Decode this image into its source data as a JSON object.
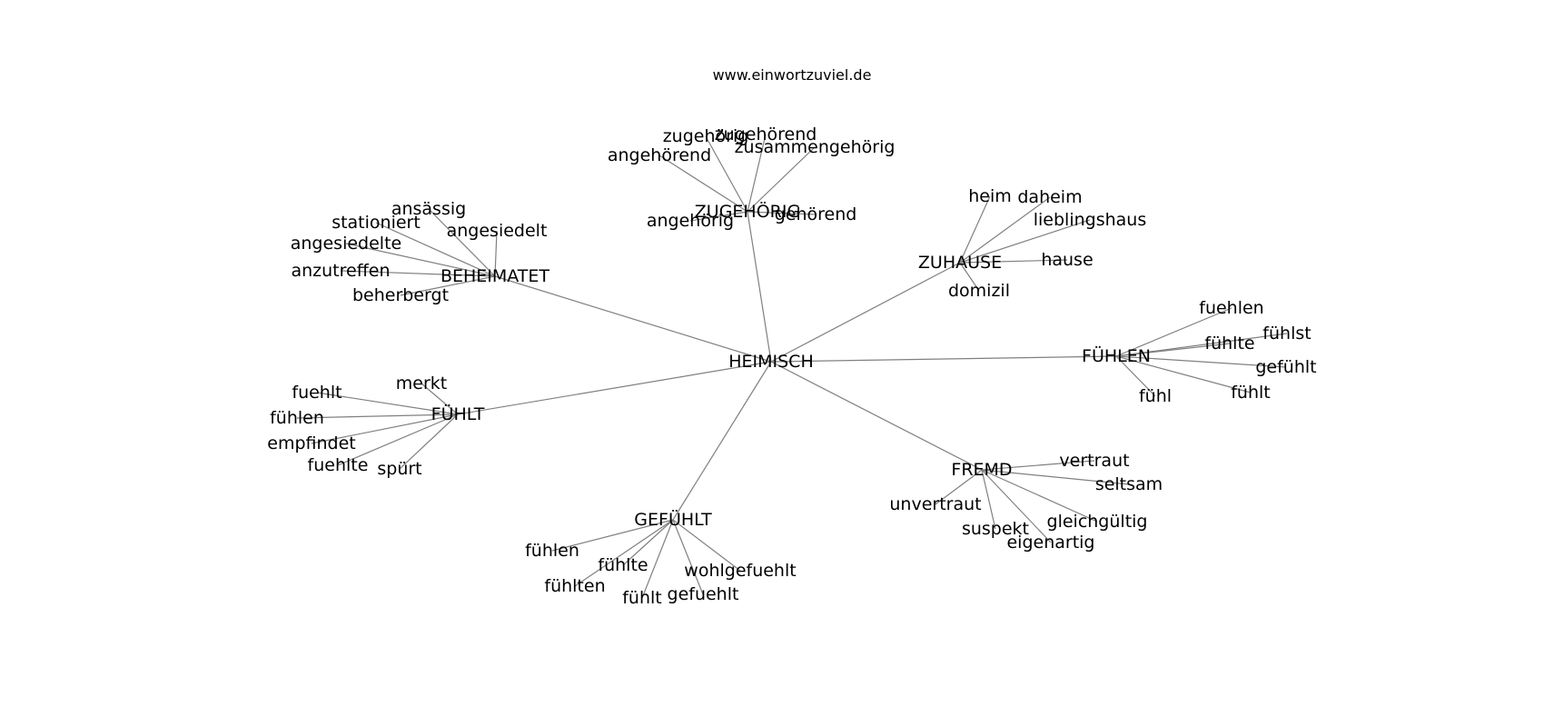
{
  "title": "www.einwortzuviel.de",
  "edge_color": "#808080",
  "text_color": "#000000",
  "root": "HEIMISCH",
  "clusters": [
    {
      "label": "ZUGEHÖRIG",
      "words": [
        "zugehörig",
        "zugehörend",
        "zusammengehörig",
        "angehörend",
        "angehörig",
        "gehörend"
      ]
    },
    {
      "label": "BEHEIMATET",
      "words": [
        "ansässig",
        "stationiert",
        "angesiedelt",
        "angesiedelte",
        "anzutreffen",
        "beherbergt"
      ]
    },
    {
      "label": "ZUHAUSE",
      "words": [
        "heim",
        "daheim",
        "lieblingshaus",
        "hause",
        "domizil"
      ]
    },
    {
      "label": "FÜHLEN",
      "words": [
        "fuehlen",
        "fühlst",
        "fühlte",
        "gefühlt",
        "fühlt",
        "fühl"
      ]
    },
    {
      "label": "FÜHLT",
      "words": [
        "merkt",
        "fuehlt",
        "fühlen",
        "empfindet",
        "fuehlte",
        "spürt"
      ]
    },
    {
      "label": "FREMD",
      "words": [
        "vertraut",
        "seltsam",
        "unvertraut",
        "gleichgültig",
        "suspekt",
        "eigenartig"
      ]
    },
    {
      "label": "GEFÜHLT",
      "words": [
        "fühlen",
        "fühlte",
        "wohlgefuehlt",
        "fühlten",
        "gefuehlt",
        "fühlt"
      ]
    }
  ]
}
